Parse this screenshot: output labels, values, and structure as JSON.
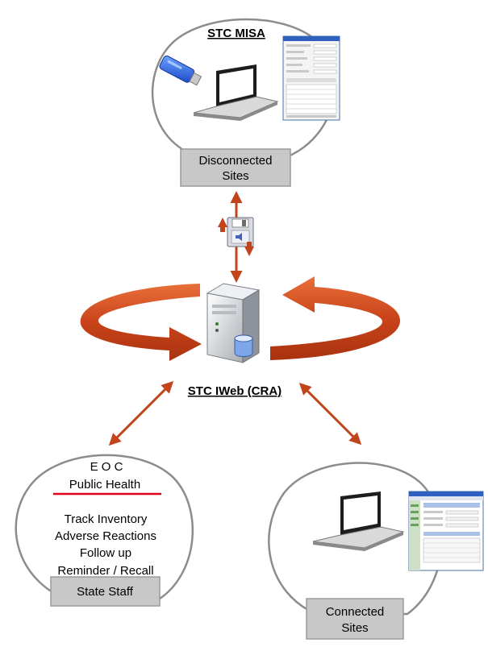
{
  "top_node": {
    "title": "STC MISA",
    "label_line1": "Disconnected",
    "label_line2": "Sites"
  },
  "center": {
    "title": "STC IWeb (CRA)"
  },
  "left_node": {
    "line1": "E O C",
    "line2": "Public Health",
    "items": [
      "Track Inventory",
      "Adverse Reactions",
      "Follow up",
      "Reminder / Recall"
    ],
    "label": "State Staff"
  },
  "right_node": {
    "label_line1": "Connected",
    "label_line2": "Sites"
  },
  "colors": {
    "arrow": "#c1441b",
    "ring": "#d2521f",
    "underline_red": "#e0001b",
    "bubble_stroke": "#8c8c8c"
  },
  "icons": [
    "usb-drive-icon",
    "laptop-icon",
    "form-screenshot-icon",
    "server-icon",
    "floppy-disk-icon",
    "browser-screenshot-icon"
  ]
}
